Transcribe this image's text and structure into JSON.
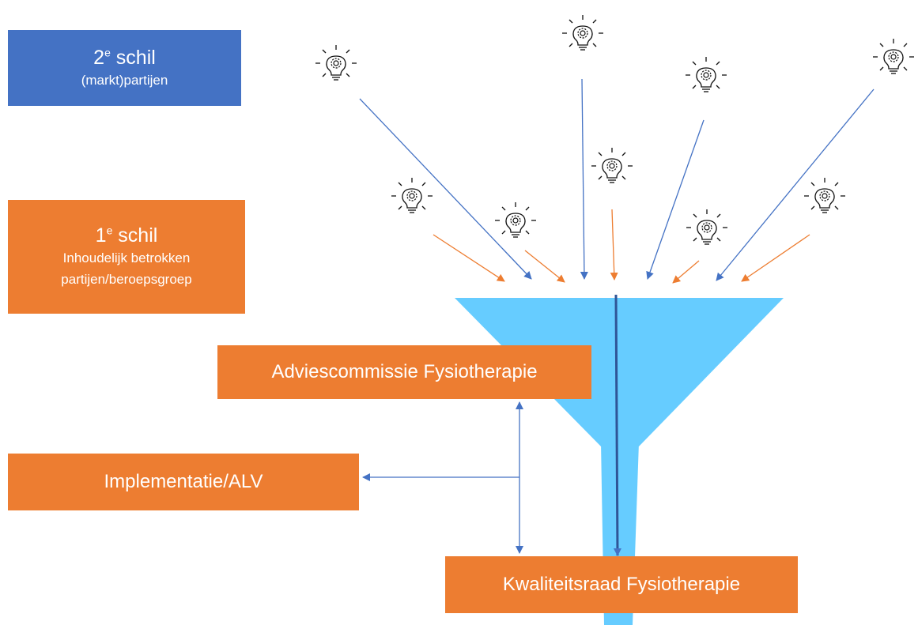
{
  "colors": {
    "blue": "#4472C4",
    "orange": "#ED7D31",
    "funnel": "#66CCFF",
    "arrow_dark": "#4472C4"
  },
  "shell2": {
    "number": "2",
    "sup": "e",
    "word": " schil",
    "subtitle": "(markt)partijen"
  },
  "shell1": {
    "number": "1",
    "sup": "e",
    "word": " schil",
    "line2": "Inhoudelijk betrokken",
    "line3": "partijen/beroepsgroep"
  },
  "advies": {
    "label": "Adviescommissie Fysiotherapie"
  },
  "implementatie": {
    "label": "Implementatie/ALV"
  },
  "kwaliteitsraad": {
    "label": "Kwaliteitsraad Fysiotherapie"
  },
  "idea_icon": "lightbulb-gear-icon"
}
